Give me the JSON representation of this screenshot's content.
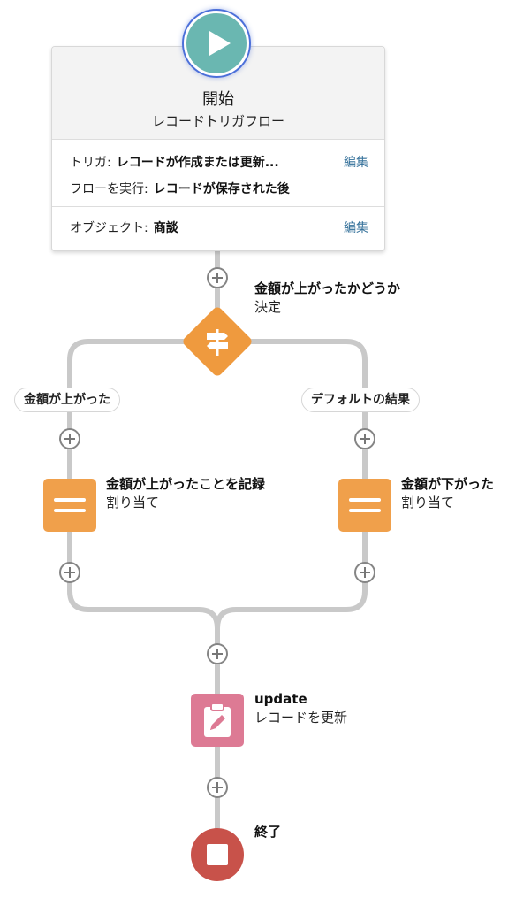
{
  "start": {
    "title": "開始",
    "subtitle": "レコードトリガフロー",
    "trigger_label": "トリガ:",
    "trigger_value": "レコードが作成または更新...",
    "run_label": "フローを実行:",
    "run_value": "レコードが保存された後",
    "object_label": "オブジェクト:",
    "object_value": "商談",
    "edit_label": "編集"
  },
  "decision": {
    "title": "金額が上がったかどうか",
    "type": "決定"
  },
  "branches": {
    "left_label": "金額が上がった",
    "right_label": "デフォルトの結果"
  },
  "assign_left": {
    "title": "金額が上がったことを記録",
    "type": "割り当て"
  },
  "assign_right": {
    "title": "金額が下がった",
    "type": "割り当て"
  },
  "update": {
    "title": "update",
    "type": "レコードを更新"
  },
  "end": {
    "title": "終了"
  },
  "colors": {
    "start": "#6ab7b1",
    "decision": "#ef9a3e",
    "assignment": "#f0a04b",
    "update": "#dd7a94",
    "end": "#c8524a",
    "connector": "#c9c9c9",
    "link": "#36729b"
  }
}
